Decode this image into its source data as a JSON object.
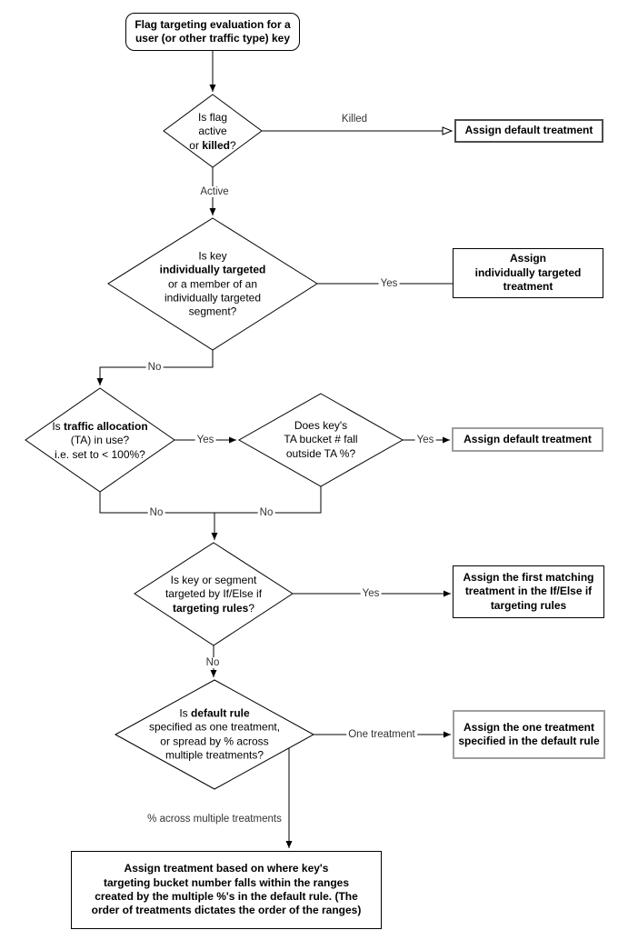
{
  "flowchart": {
    "start": {
      "lines": [
        "Flag targeting evaluation for a",
        "user (or other traffic type) key"
      ]
    },
    "decisions": {
      "flag_active": {
        "lines": [
          "Is flag",
          "active",
          [
            {
              "t": "or "
            },
            {
              "t": "killed",
              "b": true
            },
            {
              "t": "?"
            }
          ]
        ]
      },
      "individually_targeted": {
        "lines": [
          "Is key",
          [
            {
              "t": "individually targeted",
              "b": true
            }
          ],
          "or a member of an",
          "individually targeted",
          "segment?"
        ]
      },
      "traffic_allocation": {
        "lines": [
          [
            {
              "t": "Is "
            },
            {
              "t": "traffic allocation",
              "b": true
            }
          ],
          "(TA) in use?",
          "i.e. set to < 100%?"
        ]
      },
      "ta_bucket": {
        "lines": [
          "Does key's",
          "TA bucket # fall",
          "outside TA %?"
        ]
      },
      "targeting_rules": {
        "lines": [
          "Is key or segment",
          "targeted by If/Else if",
          [
            {
              "t": "targeting rules",
              "b": true
            },
            {
              "t": "?"
            }
          ]
        ]
      },
      "default_rule": {
        "lines": [
          [
            {
              "t": "Is "
            },
            {
              "t": "default rule",
              "b": true
            }
          ],
          "specified as one treatment,",
          "or spread by % across",
          "multiple treatments?"
        ]
      }
    },
    "outcomes": {
      "killed_default": {
        "lines": [
          "Assign default treatment"
        ]
      },
      "individually_targeted": {
        "lines": [
          "Assign",
          "individually targeted",
          "treatment"
        ]
      },
      "outside_ta_default": {
        "lines": [
          "Assign default treatment"
        ]
      },
      "first_matching": {
        "lines": [
          "Assign the first matching",
          "treatment in the If/Else if",
          "targeting rules"
        ]
      },
      "one_treatment": {
        "lines": [
          "Assign the one treatment",
          "specified in the default rule"
        ]
      },
      "pct_spread": {
        "lines": [
          "Assign treatment based on where key's",
          "targeting bucket number falls within the ranges",
          "created by the multiple %'s in the default rule. (The",
          "order of treatments dictates the order of the ranges)"
        ]
      }
    },
    "edge_labels": {
      "killed": "Killed",
      "active": "Active",
      "yes_individually": "Yes",
      "no_individually": "No",
      "yes_ta": "Yes",
      "yes_outside": "Yes",
      "no_ta": "No",
      "no_outside": "No",
      "yes_rules": "Yes",
      "no_rules": "No",
      "one_treatment": "One treatment",
      "pct_spread": "% across multiple treatments"
    },
    "colors": {
      "line": "#000000",
      "shape_border": "#000000",
      "muted_border": "#9e9e9e",
      "text": "#000000",
      "edge_label_text": "#333333",
      "background": "#ffffff"
    }
  }
}
